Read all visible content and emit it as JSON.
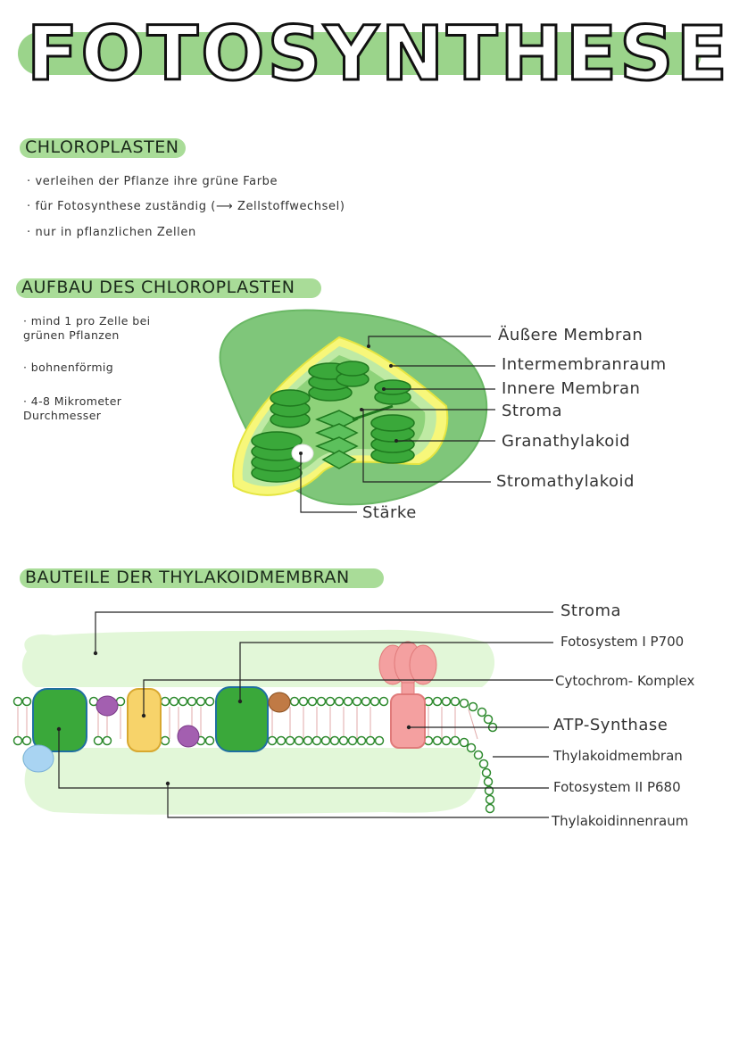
{
  "title": "FOTOSYNTHESE",
  "sections": {
    "chloroplasten": {
      "heading": "CHLOROPLASTEN",
      "bullets": [
        "· verleihen der Pflanze ihre grüne Farbe",
        "· für Fotosynthese zuständig (⟶ Zellstoffwechsel)",
        "· nur in pflanzlichen Zellen"
      ]
    },
    "aufbau": {
      "heading": "AUFBAU DES CHLOROPLASTEN",
      "bullets": [
        "· mind 1 pro Zelle bei grünen Pflanzen",
        "· bohnenförmig",
        "· 4-8 Mikrometer Durchmesser"
      ],
      "labels": {
        "outer_membrane": "Äußere Membran",
        "intermembrane": "Intermembranraum",
        "inner_membrane": "Innere Membran",
        "stroma": "Stroma",
        "granathylakoid": "Granathylakoid",
        "stromathylakoid": "Stromathylakoid",
        "starch": "Stärke"
      }
    },
    "thylakoid": {
      "heading": "BAUTEILE DER THYLAKOIDMEMBRAN",
      "labels": {
        "stroma": "Stroma",
        "ps1": "Fotosystem I P700",
        "cytochrom": "Cytochrom- Komplex",
        "atp": "ATP-Synthase",
        "membrane": "Thylakoidmembran",
        "ps2": "Fotosystem II P680",
        "lumen": "Thylakoidinnenraum"
      }
    }
  },
  "colors": {
    "accent": "#9bd48b",
    "dark_green": "#2e9a2e",
    "light_green": "#e2f7d8",
    "yellow": "#f7d36a",
    "purple": "#a35fb0",
    "brown": "#c07a45",
    "pink": "#f4a0a0",
    "blue": "#a9d4f2"
  }
}
